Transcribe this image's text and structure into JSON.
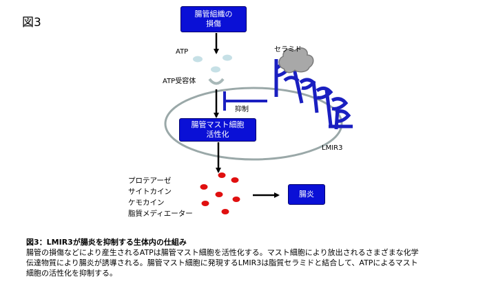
{
  "figure_label": "図3",
  "boxes": {
    "injury": [
      "腸管組織の",
      "損傷"
    ],
    "mast_activation": [
      "腸管マスト細胞",
      "活性化"
    ],
    "enteritis": "腸炎"
  },
  "labels": {
    "atp": "ATP",
    "atp_receptor": "ATP受容体",
    "ceramide": "セラミド",
    "inhibition": "抑制",
    "lmir3": "LMIR3"
  },
  "mediators": [
    "プロテアーゼ",
    "サイトカイン",
    "ケモカイン",
    "脂質メディエーター"
  ],
  "caption": {
    "title": "図3：LMIR3が腸炎を抑制する生体内の仕組み",
    "body": "腸管の損傷などにより産生されるATPは腸管マスト細胞を活性化する。マスト細胞により放出されるさまざまな化学\n伝達物質により腸炎が誘導される。腸管マスト細胞に発現するLMIR3は脂質セラミドと結合して、ATPによるマスト\n細胞の活性化を抑制する。"
  },
  "colors": {
    "box_fill": "#0a10d6",
    "receptor_blue": "#1a1fc0",
    "atp_dot": "#c6e0e6",
    "mediator_red": "#e01010",
    "cell_outline": "#9aa8a8",
    "ceramide_gray": "#a8a8a8"
  }
}
